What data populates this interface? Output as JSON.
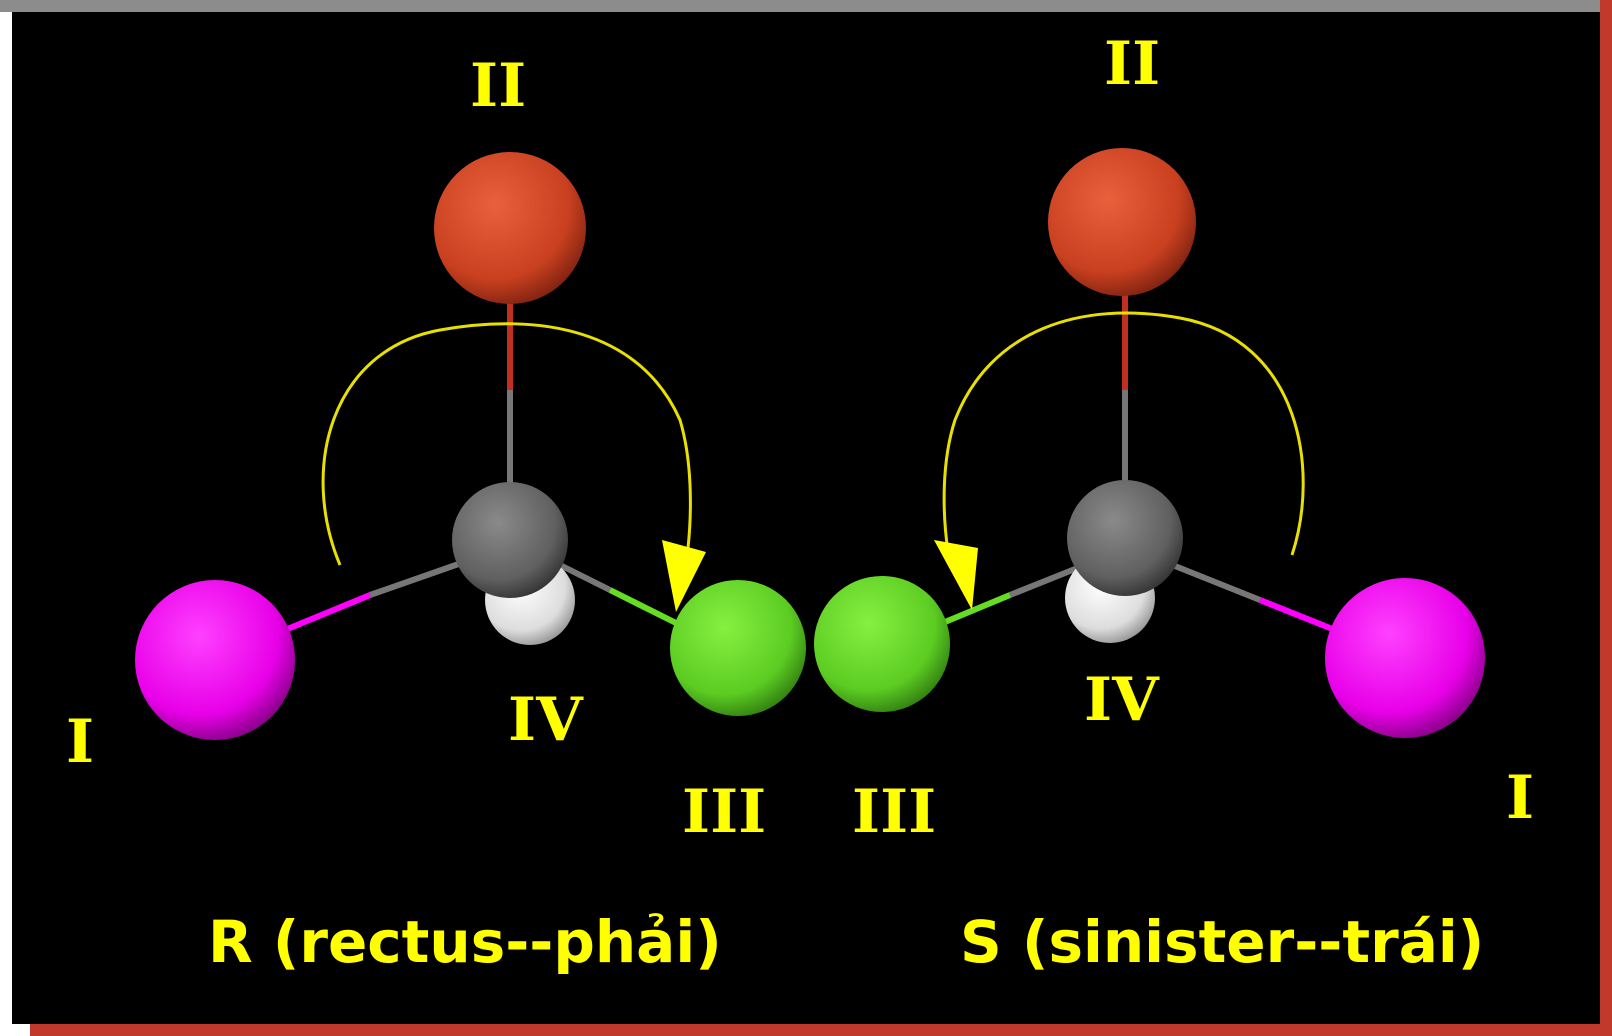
{
  "colors": {
    "background": "#000000",
    "label": "#ffff00",
    "carbon": "#666666",
    "hydrogen": "#ffffff",
    "oxygen_like": "#d94a2a",
    "magenta_atom": "#ff00ff",
    "green_atom": "#66dd22",
    "arrow": "#e8e000"
  },
  "left_molecule": {
    "label_top": "II",
    "label_left": "I",
    "label_back": "IV",
    "label_right": "III",
    "caption": "R (rectus--phải)"
  },
  "right_molecule": {
    "label_top": "II",
    "label_left": "III",
    "label_back": "IV",
    "label_right": "I",
    "caption": "S (sinister--trái)"
  }
}
